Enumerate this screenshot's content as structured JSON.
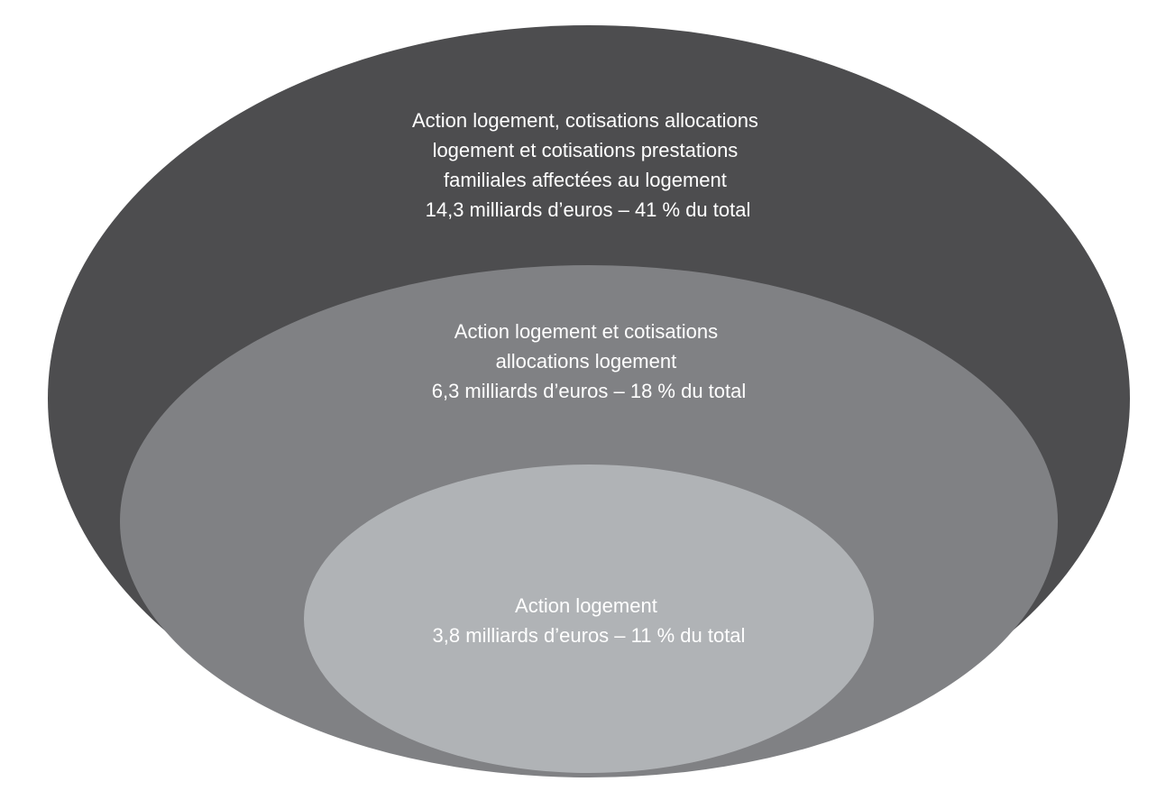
{
  "diagram": {
    "type": "nested-ellipses",
    "levels": [
      {
        "id": "outer",
        "color": "#4d4d4f",
        "label_lines": [
          "Action logement, cotisations allocations",
          "logement et cotisations prestations",
          "familiales affectées au logement",
          "14,3 milliards d’euros – 41 % du total"
        ],
        "amount_billion_eur": 14.3,
        "share_percent": 41
      },
      {
        "id": "middle",
        "color": "#808184",
        "label_lines": [
          "Action logement et cotisations",
          "allocations logement",
          "6,3 milliards d’euros – 18 % du total"
        ],
        "amount_billion_eur": 6.3,
        "share_percent": 18
      },
      {
        "id": "inner",
        "color": "#b0b3b6",
        "label_lines": [
          "Action logement",
          "3,8 milliards d’euros – 11 % du total"
        ],
        "amount_billion_eur": 3.8,
        "share_percent": 11
      }
    ]
  }
}
